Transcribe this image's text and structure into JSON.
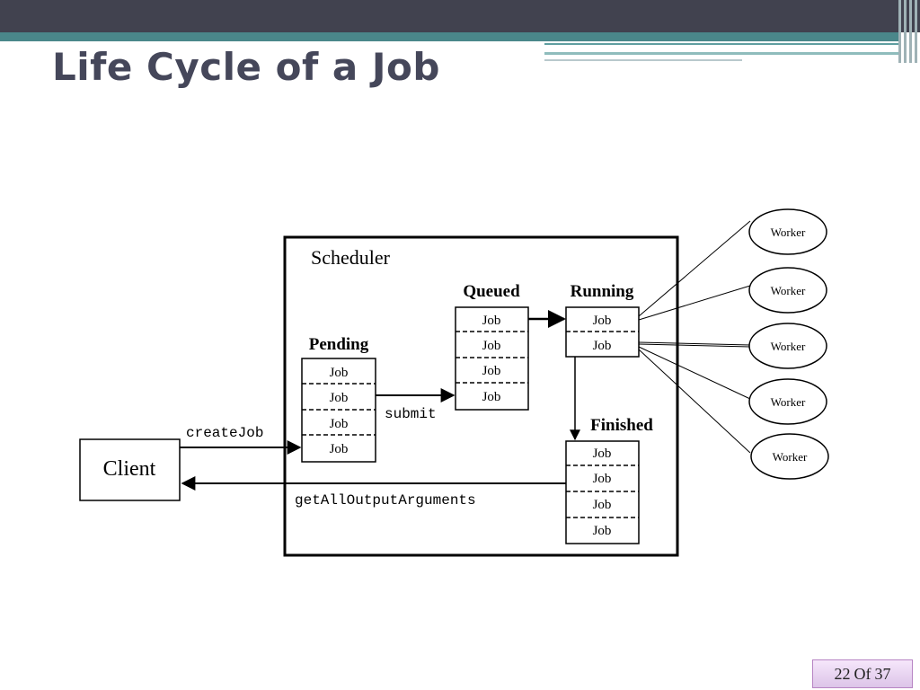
{
  "slide": {
    "title": "Life Cycle of a Job",
    "page_current": "22",
    "page_of": "Of",
    "page_total": "37"
  },
  "diagram": {
    "scheduler_label": "Scheduler",
    "client_label": "Client",
    "pending_label": "Pending",
    "queued_label": "Queued",
    "running_label": "Running",
    "finished_label": "Finished",
    "job_label": "Job",
    "worker_label": "Worker",
    "create_job_label": "createJob",
    "submit_label": "submit",
    "get_output_label": "getAllOutputArguments"
  },
  "colors": {
    "top_bar": "#41424f",
    "accent_teal": "#4a878a",
    "title_text": "#45475a",
    "pager_border": "#b785c4"
  }
}
